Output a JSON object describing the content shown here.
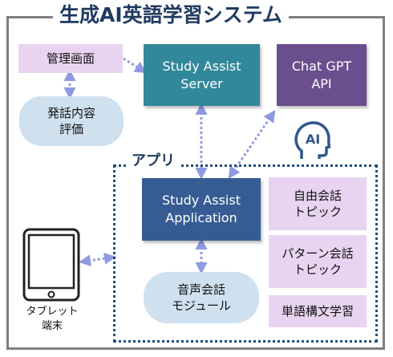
{
  "title": "生成AI英語学習システム",
  "nodes": {
    "management_screen": "管理画面",
    "speech_evaluation": "発話内容\n評価",
    "study_assist_server": "Study Assist\nServer",
    "chat_gpt_api": "Chat GPT\nAPI",
    "app_group_label": "アプリ",
    "ai_badge": "AI",
    "study_assist_application": "Study Assist\nApplication",
    "free_conversation_topic": "自由会話\nトピック",
    "pattern_conversation_topic": "パターン会話\nトピック",
    "word_syntax_study": "単語構文学習",
    "voice_conversation_module": "音声会話\nモジュール",
    "tablet_terminal": "タブレット\n端末"
  },
  "colors": {
    "title": "#1f3a5f",
    "frame": "#7f7f7f",
    "pink_box": "#e8d3f0",
    "pill": "#cfe0ee",
    "server": "#31889a",
    "api": "#6b4e8e",
    "application": "#365c93",
    "connector": "#8e9be0"
  },
  "icons": [
    "robot-head-ai-icon",
    "tablet-icon"
  ]
}
